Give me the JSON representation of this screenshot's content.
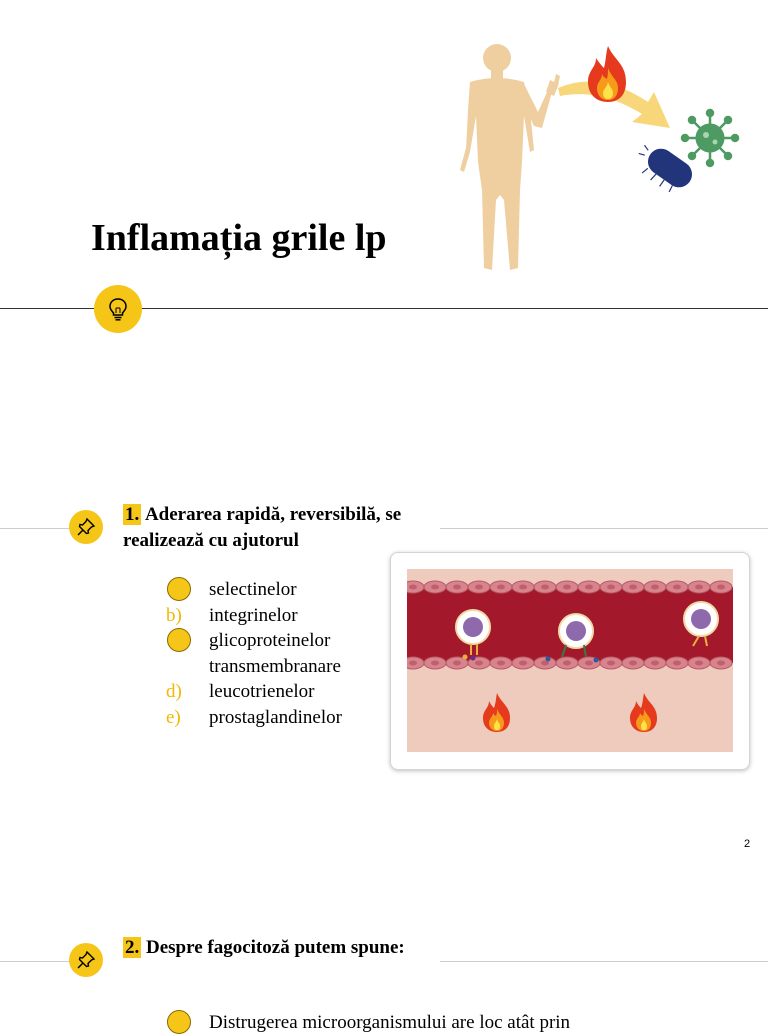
{
  "slide1": {
    "title": "Inflamația grile lp"
  },
  "slide2": {
    "question": {
      "number": "1.",
      "text": " Aderarea rapidă, reversibilă, se realizează cu ajutorul"
    },
    "options": [
      {
        "marker": "",
        "text": "selectinelor",
        "selected": true
      },
      {
        "marker": "b)",
        "text": "integrinelor",
        "selected": false
      },
      {
        "marker": "",
        "text": "glicoproteinelor transmembranare",
        "selected": true
      },
      {
        "marker": "d)",
        "text": "leucotrienelor",
        "selected": false
      },
      {
        "marker": "e)",
        "text": "prostaglandinelor",
        "selected": false
      }
    ],
    "page_number": "2"
  },
  "slide3": {
    "question": {
      "number": "2.",
      "text": " Despre fagocitoză putem spune:"
    },
    "options": [
      {
        "marker": "",
        "text": "Distrugerea microorganismului are loc atât prin",
        "selected": true
      }
    ]
  },
  "icons": {
    "bulb": "lightbulb-icon",
    "pin": "pushpin-icon",
    "flame": "flame-icon",
    "virus": "virus-icon",
    "bacterium": "bacterium-icon"
  },
  "colors": {
    "accent": "#f5c518",
    "vessel_blood": "#a3192b",
    "vessel_tissue": "#eecbbd",
    "skin": "#efcfa0"
  }
}
